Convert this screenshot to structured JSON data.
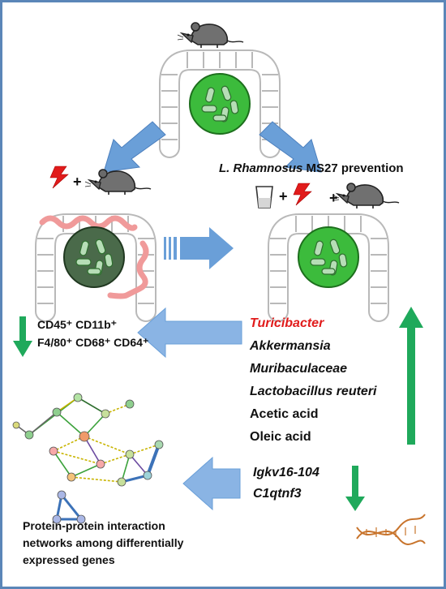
{
  "top_label": {
    "species": "L. Rhamnosus",
    "strain_text": " MS27 prevention"
  },
  "symbols": {
    "plus_left": "+",
    "plus_mid_1": "+",
    "plus_mid_2": "+"
  },
  "immune_markers": {
    "line1": "CD45⁺ CD11b⁺",
    "line2": "F4/80⁺ CD68⁺ CD64⁺"
  },
  "microbes": {
    "turicibacter": "Turicibacter",
    "akkermansia": "Akkermansia",
    "muribaculaceae": "Muribaculaceae",
    "lactobacillus": "Lactobacillus reuteri",
    "acetic": "Acetic acid",
    "oleic": "Oleic acid"
  },
  "genes": {
    "gene1": "Igkv16-104",
    "gene2": "C1qtnf3"
  },
  "network_caption": {
    "line1": "Protein-protein interaction",
    "line2": "networks among differentially",
    "line3": "expressed genes"
  },
  "colors": {
    "arrow_blue": "#6a9fd8",
    "arrow_green": "#1fa95b",
    "highlight_red": "#e11b1b",
    "frame": "#5b86b8"
  }
}
